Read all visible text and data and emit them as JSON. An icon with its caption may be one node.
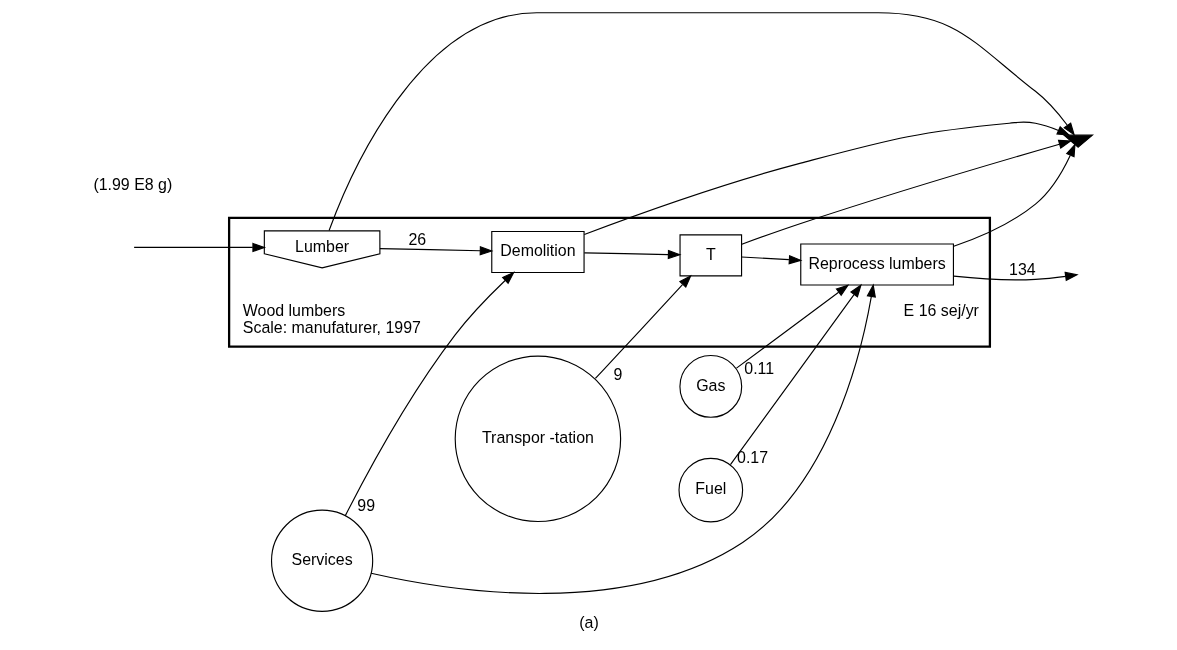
{
  "diagram": {
    "caption": "(a)",
    "nodes": [
      {
        "text": [
          "Wood lumbers",
          "Scale: manufaturer, 1997"
        ],
        "beside": [
          "E 16 sej/yr"
        ]
      },
      {
        "text": [
          "Transpor -tation"
        ]
      },
      {
        "text": [
          "Gas"
        ]
      },
      {
        "text": [
          "Fuel"
        ]
      },
      {
        "text": [
          "Services"
        ]
      },
      {
        "text": [
          "Lumber"
        ],
        "in": 0
      },
      {
        "text": [
          "Demolition"
        ],
        "in": 0
      },
      {
        "text": [
          "T"
        ],
        "in": 0
      },
      {
        "text": [
          "Reprocess lumbers"
        ],
        "in": 0
      },
      {
        "text": [],
        "shape": "ground"
      }
    ],
    "edges": [
      {
        "from": null,
        "to": 5,
        "arrow": "to"
      },
      {
        "from": 5,
        "to": 6,
        "arrow": "to",
        "label": "26"
      },
      {
        "from": 6,
        "to": 7,
        "arrow": "to"
      },
      {
        "from": 7,
        "to": 8,
        "arrow": "to"
      },
      {
        "from": 1,
        "to": 7,
        "arrow": "to",
        "label": "9"
      },
      {
        "from": 2,
        "to": 8,
        "arrow": "to",
        "label": "0.11"
      },
      {
        "from": 3,
        "to": 8,
        "arrow": "to",
        "label": "0.17"
      },
      {
        "from": 4,
        "to": 6,
        "arrow": "to",
        "label": "99"
      },
      {
        "from": 4,
        "to": 8,
        "arrow": "to"
      },
      {
        "from": 8,
        "to": null,
        "arrow": "to",
        "label": "134"
      },
      {
        "from": 5,
        "to": 9,
        "arrow": "to"
      },
      {
        "from": 6,
        "to": 9,
        "arrow": "to"
      },
      {
        "from": 8,
        "to": 9,
        "arrow": "to"
      },
      {
        "from": 7,
        "to": 9,
        "arrow": "to"
      }
    ],
    "labels": [
      "(1.99 E8 g)"
    ]
  }
}
